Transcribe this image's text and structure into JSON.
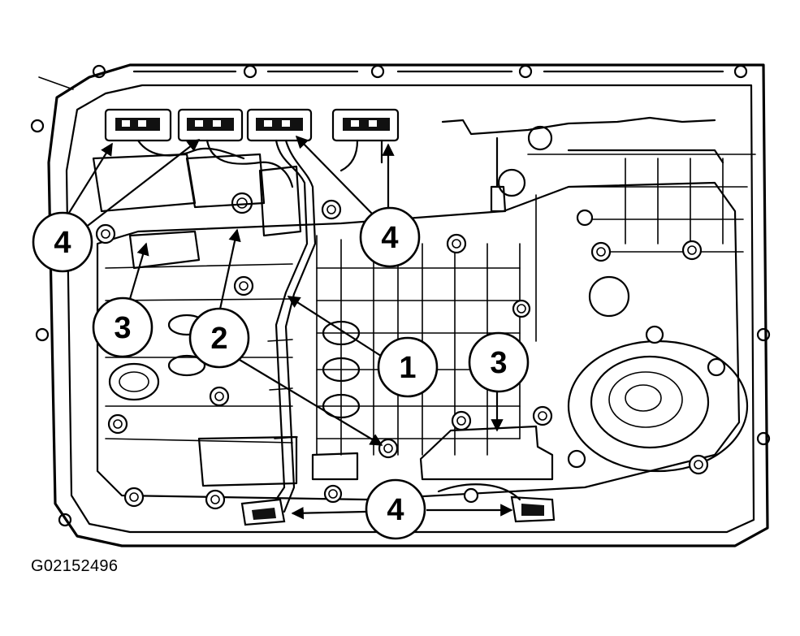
{
  "figure_code": "G02152496",
  "callouts": [
    {
      "id": "c4-top-left",
      "label": "4"
    },
    {
      "id": "c3-left",
      "label": "3"
    },
    {
      "id": "c2",
      "label": "2"
    },
    {
      "id": "c4-top-center",
      "label": "4"
    },
    {
      "id": "c1",
      "label": "1"
    },
    {
      "id": "c3-right",
      "label": "3"
    },
    {
      "id": "c4-bottom",
      "label": "4"
    }
  ]
}
